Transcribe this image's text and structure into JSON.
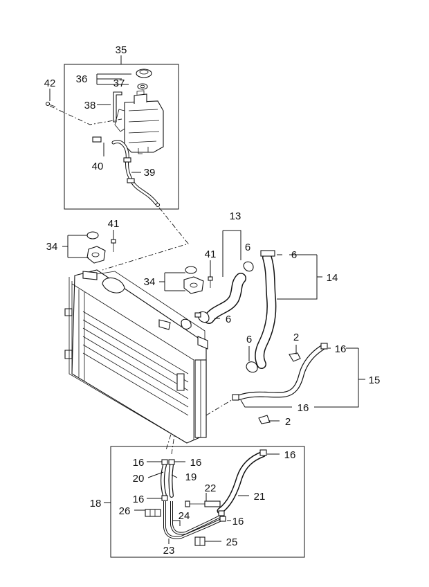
{
  "labels": {
    "l2a": "2",
    "l2b": "2",
    "l6a": "6",
    "l6b": "6",
    "l6c": "6",
    "l6d": "6",
    "l13": "13",
    "l14": "14",
    "l15": "15",
    "l16a": "16",
    "l16b": "16",
    "l16c": "16",
    "l16d": "16",
    "l16e": "16",
    "l16f": "16",
    "l16g": "16",
    "l18": "18",
    "l19": "19",
    "l20": "20",
    "l21": "21",
    "l22": "22",
    "l23": "23",
    "l24": "24",
    "l25": "25",
    "l26": "26",
    "l34a": "34",
    "l34b": "34",
    "l35": "35",
    "l36": "36",
    "l37": "37",
    "l38": "38",
    "l39": "39",
    "l40": "40",
    "l41a": "41",
    "l41b": "41",
    "l42": "42"
  }
}
